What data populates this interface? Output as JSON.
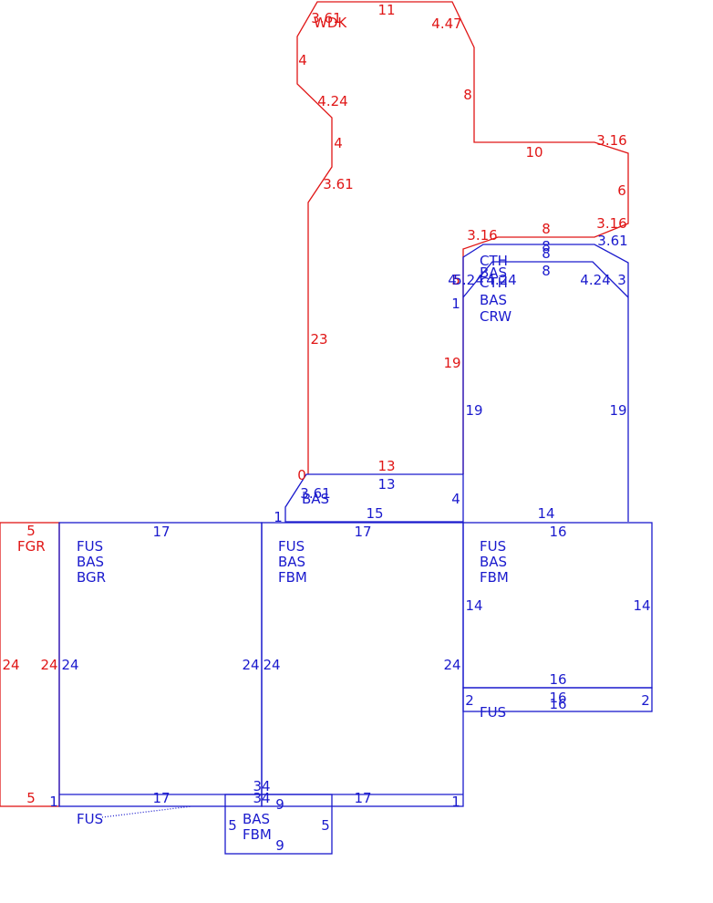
{
  "colors": {
    "blue": "#1a1acd",
    "red": "#e01616"
  },
  "area_labels": [
    {
      "id": "wdk",
      "color": "red",
      "lines": [
        "WDK"
      ]
    },
    {
      "id": "fgr",
      "color": "red",
      "lines": [
        "FGR"
      ]
    },
    {
      "id": "fus-bas-bgr",
      "color": "blue",
      "lines": [
        "FUS",
        "BAS",
        "BGR"
      ]
    },
    {
      "id": "fus-bas-fbm-mid",
      "color": "blue",
      "lines": [
        "FUS",
        "BAS",
        "FBM"
      ]
    },
    {
      "id": "fus-bas-fbm-right",
      "color": "blue",
      "lines": [
        "FUS",
        "BAS",
        "FBM"
      ]
    },
    {
      "id": "fus-strip",
      "color": "blue",
      "lines": [
        "FUS"
      ]
    },
    {
      "id": "fus-bottom",
      "color": "blue",
      "lines": [
        "FUS"
      ]
    },
    {
      "id": "bas-fbm-bottom",
      "color": "blue",
      "lines": [
        "BAS",
        "FBM"
      ]
    },
    {
      "id": "bas-small",
      "color": "blue",
      "lines": [
        "BAS"
      ]
    },
    {
      "id": "cth-bas-cth",
      "color": "blue",
      "lines": [
        "CTH",
        "BAS",
        "CTH"
      ]
    },
    {
      "id": "bas-crw",
      "color": "blue",
      "lines": [
        "BAS",
        "CRW"
      ]
    }
  ],
  "dimensions": [
    {
      "id": "wdk-top",
      "color": "red",
      "text": "11"
    },
    {
      "id": "wdk-diag-tl",
      "color": "red",
      "text": "3.61"
    },
    {
      "id": "wdk-diag-tr",
      "color": "red",
      "text": "4.47"
    },
    {
      "id": "wdk-left-upper",
      "color": "red",
      "text": "4"
    },
    {
      "id": "wdk-right-upper",
      "color": "red",
      "text": "8"
    },
    {
      "id": "wdk-diag-mid",
      "color": "red",
      "text": "4.24"
    },
    {
      "id": "wdk-left-mid",
      "color": "red",
      "text": "4"
    },
    {
      "id": "wdk-diag-low",
      "color": "red",
      "text": "3.61"
    },
    {
      "id": "wdk-step",
      "color": "red",
      "text": "10"
    },
    {
      "id": "wdk-diag-right-top",
      "color": "red",
      "text": "3.16"
    },
    {
      "id": "wdk-right-side",
      "color": "red",
      "text": "6"
    },
    {
      "id": "wdk-diag-right-low",
      "color": "red",
      "text": "3.16"
    },
    {
      "id": "wdk-inner-top",
      "color": "red",
      "text": "8"
    },
    {
      "id": "wdk-inner-diag",
      "color": "red",
      "text": "3.16"
    },
    {
      "id": "wdk-left-long",
      "color": "red",
      "text": "23"
    },
    {
      "id": "wdk-inner-left",
      "color": "red",
      "text": "19"
    },
    {
      "id": "wdk-bottom",
      "color": "red",
      "text": "13"
    },
    {
      "id": "wdk-zero",
      "color": "red",
      "text": "0"
    },
    {
      "id": "wdk-inner-small",
      "color": "red",
      "text": "5"
    },
    {
      "id": "fgr-top",
      "color": "red",
      "text": "5"
    },
    {
      "id": "fgr-left",
      "color": "red",
      "text": "24"
    },
    {
      "id": "fgr-right",
      "color": "red",
      "text": "24"
    },
    {
      "id": "fgr-bottom",
      "color": "red",
      "text": "5"
    },
    {
      "id": "upper-top-a",
      "color": "blue",
      "text": "8"
    },
    {
      "id": "upper-top-b",
      "color": "blue",
      "text": "8"
    },
    {
      "id": "upper-top-c",
      "color": "blue",
      "text": "8"
    },
    {
      "id": "upper-diag-right",
      "color": "blue",
      "text": "3.61"
    },
    {
      "id": "upper-diag-inner-right",
      "color": "blue",
      "text": "4.24"
    },
    {
      "id": "upper-right-small",
      "color": "blue",
      "text": "3"
    },
    {
      "id": "upper-left-small-a",
      "color": "blue",
      "text": "4"
    },
    {
      "id": "upper-diag-left-a",
      "color": "blue",
      "text": "5.24"
    },
    {
      "id": "upper-diag-left-b",
      "color": "blue",
      "text": "4.24"
    },
    {
      "id": "upper-left-one",
      "color": "blue",
      "text": "1"
    },
    {
      "id": "upper-left-side",
      "color": "blue",
      "text": "19"
    },
    {
      "id": "upper-right-side",
      "color": "blue",
      "text": "19"
    },
    {
      "id": "upper-bottom",
      "color": "blue",
      "text": "14"
    },
    {
      "id": "small-top",
      "color": "blue",
      "text": "13"
    },
    {
      "id": "small-diag",
      "color": "blue",
      "text": "3.61"
    },
    {
      "id": "small-right",
      "color": "blue",
      "text": "4"
    },
    {
      "id": "small-bottom",
      "color": "blue",
      "text": "15"
    },
    {
      "id": "small-left",
      "color": "blue",
      "text": "1"
    },
    {
      "id": "left-top",
      "color": "blue",
      "text": "17"
    },
    {
      "id": "mid-top",
      "color": "blue",
      "text": "17"
    },
    {
      "id": "right-top",
      "color": "blue",
      "text": "16"
    },
    {
      "id": "left-left",
      "color": "blue",
      "text": "24"
    },
    {
      "id": "left-right",
      "color": "blue",
      "text": "24"
    },
    {
      "id": "mid-left",
      "color": "blue",
      "text": "24"
    },
    {
      "id": "mid-right",
      "color": "blue",
      "text": "24"
    },
    {
      "id": "right-left",
      "color": "blue",
      "text": "14"
    },
    {
      "id": "right-right",
      "color": "blue",
      "text": "14"
    },
    {
      "id": "right-bottom",
      "color": "blue",
      "text": "16"
    },
    {
      "id": "strip-top",
      "color": "blue",
      "text": "16"
    },
    {
      "id": "strip-bottom",
      "color": "blue",
      "text": "16"
    },
    {
      "id": "strip-left",
      "color": "blue",
      "text": "2"
    },
    {
      "id": "strip-right",
      "color": "blue",
      "text": "2"
    },
    {
      "id": "bottom-strip-left-top",
      "color": "blue",
      "text": "17"
    },
    {
      "id": "bottom-strip-right-top",
      "color": "blue",
      "text": "17"
    },
    {
      "id": "bottom-strip-left-one",
      "color": "blue",
      "text": "1"
    },
    {
      "id": "bottom-strip-right-one",
      "color": "blue",
      "text": "1"
    },
    {
      "id": "mid-bottom-a",
      "color": "blue",
      "text": "34"
    },
    {
      "id": "mid-bottom-b",
      "color": "blue",
      "text": "34"
    },
    {
      "id": "box-top",
      "color": "blue",
      "text": "9"
    },
    {
      "id": "box-left",
      "color": "blue",
      "text": "5"
    },
    {
      "id": "box-right",
      "color": "blue",
      "text": "5"
    },
    {
      "id": "box-bottom",
      "color": "blue",
      "text": "9"
    }
  ]
}
